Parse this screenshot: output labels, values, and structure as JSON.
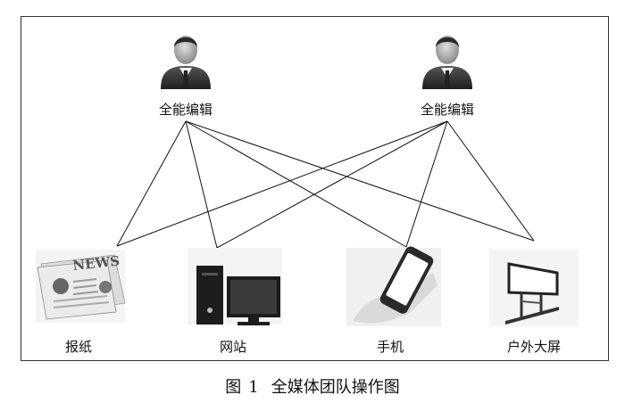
{
  "editors": [
    {
      "label": "全能编辑",
      "icon": "businessman-avatar-icon"
    },
    {
      "label": "全能编辑",
      "icon": "businessman-avatar-icon"
    }
  ],
  "channels": [
    {
      "label": "报纸",
      "icon": "newspaper-icon",
      "sign_text": "NEWS"
    },
    {
      "label": "网站",
      "icon": "desktop-computer-icon"
    },
    {
      "label": "手机",
      "icon": "mobile-phone-icon"
    },
    {
      "label": "户外大屏",
      "icon": "billboard-icon"
    }
  ],
  "connections": [
    [
      0,
      0
    ],
    [
      0,
      1
    ],
    [
      0,
      2
    ],
    [
      0,
      3
    ],
    [
      1,
      0
    ],
    [
      1,
      1
    ],
    [
      1,
      2
    ],
    [
      1,
      3
    ]
  ],
  "caption": {
    "figure": "图",
    "number": "1",
    "title": "全媒体团队操作图"
  }
}
